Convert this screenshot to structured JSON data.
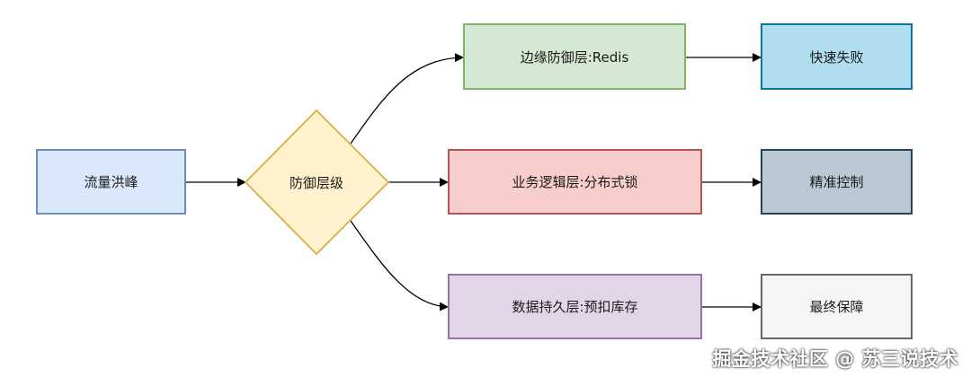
{
  "nodes": {
    "flood": {
      "label": "流量洪峰",
      "fill": "#dae8fc",
      "stroke": "#6c8ebf"
    },
    "defense": {
      "label": "防御层级",
      "fill": "#fff2cc",
      "stroke": "#d6b656"
    },
    "edge": {
      "label": "边缘防御层:Redis",
      "fill": "#d5e8d4",
      "stroke": "#82b366"
    },
    "business": {
      "label": "业务逻辑层:分布式锁",
      "fill": "#f8cecc",
      "stroke": "#b85450"
    },
    "data": {
      "label": "数据持久层:预扣库存",
      "fill": "#e1d5e7",
      "stroke": "#9673a6"
    },
    "fail_fast": {
      "label": "快速失败",
      "fill": "#b1ddf0",
      "stroke": "#10739e"
    },
    "precise": {
      "label": "精准控制",
      "fill": "#bac8d3",
      "stroke": "#23445d"
    },
    "final": {
      "label": "最终保障",
      "fill": "#f5f5f5",
      "stroke": "#666666"
    }
  },
  "watermark": "掘金技术社区 @ 苏三说技术"
}
